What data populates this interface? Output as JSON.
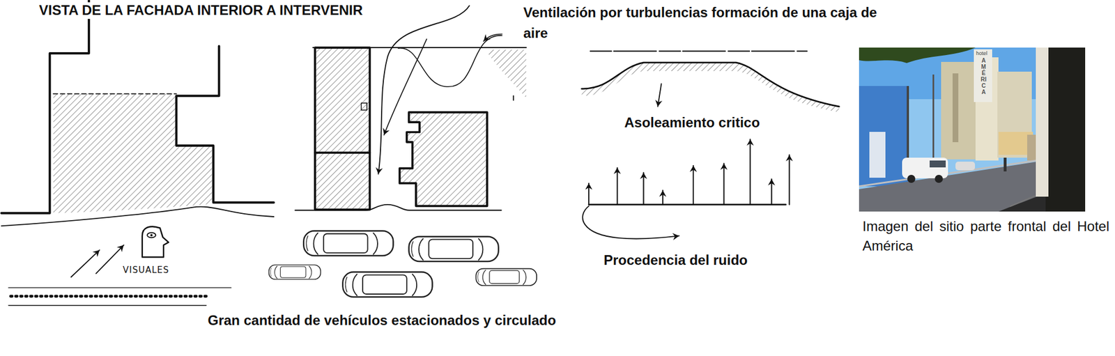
{
  "diagram": {
    "labels": [
      "VISTA DE LA FACHADA INTERIOR A INTERVENIR",
      "Ventilación por turbulencias formación de una caja de aire",
      "Asoleamiento critico",
      "VISUALES",
      "Procedencia del ruido",
      "Imagen del sitio parte frontal del Hotel América",
      "Gran cantidad de vehículos estacionados y circulado",
      "hotel",
      "AMÉRICA"
    ]
  }
}
